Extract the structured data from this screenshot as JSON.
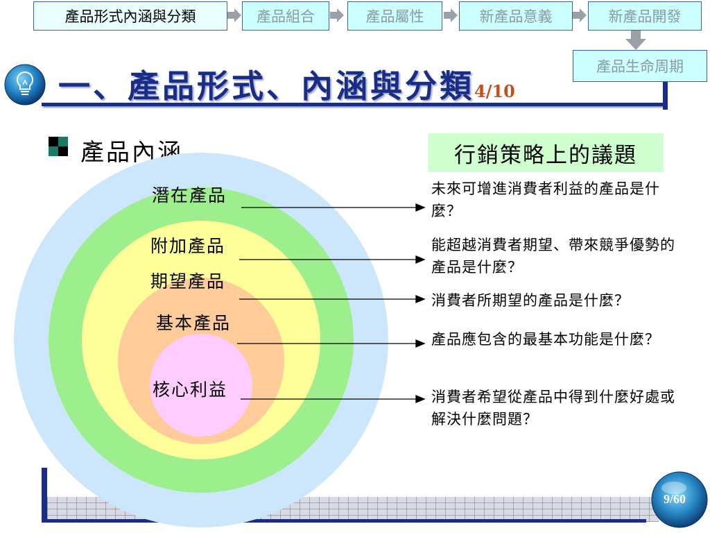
{
  "nav": {
    "items": [
      {
        "label": "產品形式內涵與分類"
      },
      {
        "label": "產品組合"
      },
      {
        "label": "產品屬性"
      },
      {
        "label": "新產品意義"
      },
      {
        "label": "新產品開發"
      }
    ],
    "lifecycle": "產品生命周期"
  },
  "title": {
    "main": "一、產品形式、內涵與分類",
    "fraction": "4/10"
  },
  "section": {
    "label": "產品內涵"
  },
  "strategy": {
    "label": "行銷策略上的議題"
  },
  "rings": [
    {
      "label": "潛在產品",
      "color": "#cce7fb"
    },
    {
      "label": "附加產品",
      "color": "#9cef8c"
    },
    {
      "label": "期望產品",
      "color": "#ffff99"
    },
    {
      "label": "基本產品",
      "color": "#ffcc99"
    },
    {
      "label": "核心利益",
      "color": "#ffccff"
    }
  ],
  "questions": [
    {
      "text": "未來可增進消費者利益的產品是什麼？"
    },
    {
      "text": "能超越消費者期望、帶來競爭優勢的產品是什麼？"
    },
    {
      "text": "消費者所期望的產品是什麼？"
    },
    {
      "text": "產品應包含的最基本功能是什麼？"
    },
    {
      "text": "消費者希望從產品中得到什麼好處或解決什麼問題？"
    }
  ],
  "footer": {
    "page": "9/60"
  },
  "colors": {
    "navy": "#1a2d86",
    "accent": "#c0531d",
    "nav_border": "#3a5fb0"
  }
}
